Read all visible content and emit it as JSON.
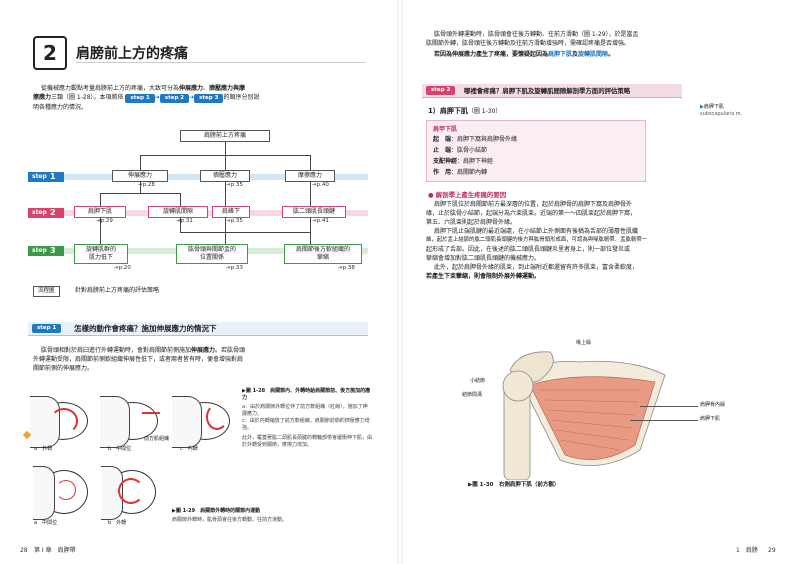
{
  "left": {
    "chapter_number": "2",
    "chapter_title": "肩膀前上方的疼痛",
    "intro_p1": "從機械應力觀點考量肩膀前上方的疼痛，大致可分為",
    "intro_bold1": "伸展應力",
    "intro_sep1": "、",
    "intro_bold2": "擠壓應力與摩",
    "intro_line2_bold": "擦應力",
    "intro_line2": "三類（圖 1-28）。本項將依",
    "intro_line2_end": "的順序分別說",
    "intro_line3": "明各種應力的情況。",
    "step_inline": [
      "step 1",
      "step 2",
      "step 3"
    ],
    "flow": {
      "root": "肩膀前上方疼痛",
      "steps": [
        {
          "label": "step",
          "num": "1"
        },
        {
          "label": "step",
          "num": "2"
        },
        {
          "label": "step",
          "num": "3"
        }
      ],
      "level1": [
        {
          "name": "伸展應力",
          "ref": "p.28"
        },
        {
          "name": "擠壓應力",
          "ref": "p.35"
        },
        {
          "name": "摩擦應力",
          "ref": "p.40"
        }
      ],
      "level2": [
        {
          "name": "肩胛下肌",
          "ref": "p.29"
        },
        {
          "name": "旋轉肌間隙",
          "ref": "p.31"
        },
        {
          "name": "肩峰下",
          "ref": "p.35"
        },
        {
          "name": "肱二頭肌長頭腱",
          "ref": "p.41"
        }
      ],
      "level3": [
        {
          "name1": "旋轉肌群的",
          "name2": "肌力低下",
          "ref": "p.20"
        },
        {
          "name1": "肱骨頭與關節盂的",
          "name2": "位置關係",
          "ref": "p.33"
        },
        {
          "name1": "肩關節後方軟組織的",
          "name2": "攣縮",
          "ref": "p.38"
        }
      ],
      "caption_tag": "流程圖",
      "caption": "針對肩膀前上方疼痛的評估策略"
    },
    "section_step": "step 1",
    "section_title": "怎樣的動作會疼痛？施加伸展應力的情況下",
    "sec_p1a": "肱骨頭相對於肩臼進行外轉運動時，會對肩關節前側施加",
    "sec_p1b": "伸展應力",
    "sec_p1c": "。若肱骨頭",
    "sec_p2": "外轉運動受限，肩關節前側軟組織伸展性低下，或者兩者皆有時，便會增強對肩",
    "sec_p3": "關節前側的伸展應力。",
    "fig28_title": "▶圖 1-28　肩關節內、外轉時給肩關節前、後方施加的應力",
    "fig28_a": "a：由於肩關節外轉位伴了前方軟組織（紅線），施加了伸展應力。",
    "fig28_c": "c：由於內轉縮放了前方軟組織，肩關節前側的擠壓應力增強。",
    "fig28_note": "此外，覆蓋著肱二頭肌長頭腱的轉輪部帶會緩衝伸下肌，由於外轉受到關節，摩擦力增加。",
    "fig28_labels": {
      "a": "a　外轉",
      "b": "b　中間位",
      "c": "c　內轉",
      "front": "前方肌組織"
    },
    "fig29_labels": {
      "a": "a　中間位",
      "b": "b　外轉"
    },
    "fig29_title": "▶圖 1-29　肩關節外轉時的關節內運動",
    "fig29_text": "肩關節外轉時，肱骨頭會往後方轉動、往前方滑動。",
    "footer_page": "28",
    "footer_chapter": "第 I 章　肩胛帶"
  },
  "right": {
    "p1": "肱骨頭外轉運動時，肱骨頭會往後方轉動、往前方滑動（圖 1-29），於是當盂",
    "p2": "肱關節外轉，肱骨頭往後方轉動及往前方滑動增強時，需確認疼痛是否增強。",
    "p3a": "若因為伸展應力產生了疼痛，要懷疑起因為",
    "p3b": "肩胛下肌",
    "p3c": "及",
    "p3d": "旋轉肌間隙",
    "p3e": "。",
    "step2_tag": "step 2",
    "step2_title": "哪裡會疼痛？肩胛下肌及旋轉肌間隙解剖學方面的評估策略",
    "side_label": "肩胛下肌",
    "side_label_en": "subscapularis m.",
    "sub_head": "1）肩胛下肌",
    "sub_head_ref": "（圖 1-30）",
    "table_title": "肩甲下肌",
    "table_rows": [
      {
        "k": "起　端",
        "v": "：肩胛下窩與肩胛骨外緣"
      },
      {
        "k": "止　端",
        "v": "：肱骨小結節"
      },
      {
        "k": "支配神經",
        "v": "：肩胛下神經"
      },
      {
        "k": "作　用",
        "v": "：肩關節內轉"
      }
    ],
    "bullet_head": "● 解剖學上產生疼痛的要因",
    "body": [
      "肩胛下肌位於肩關節前方最深層的位置，起於肩胛骨的肩胛下窩及肩胛骨外",
      "緣，止於肱骨小結節，起端分為六束肌束。近端的第一～四肌束起於肩胛下窩，",
      "第五、六肌束則起於肩胛骨外緣。",
      "肩胛下肌止端肌腱的最近端處，在小結節上外側面有後稱為舌部的薄層性肌纖",
      "維，起於盂上結節的肱二頭肌長頭腱的後方與肱骨頭形成面，可認為與喙肱韌帶、盂肱韌帶一",
      "起形成了舌部。因此，在後述的肱二頭肌長頭腱炎里者身上，則一部位發炎或",
      "攣縮會增加對肱二頭肌長頭腱的機械應力。",
      "此外，起於肩胛骨外緣的肌束，到止端附近都還留有許多肌束，富含柔軟度，",
      "若產生下束攣縮，則會限制外展外轉運動。"
    ],
    "anatomy_labels": {
      "top": "喙上緣",
      "left1": "小結節",
      "left2": "結節間溝",
      "right1": "肩胛骨內緣",
      "right2": "肩胛下肌"
    },
    "fig30_title": "▶圖 1-30　右側肩胛下肌（前方觀）",
    "footer_chapter": "1　肩膀",
    "footer_page": "29"
  },
  "colors": {
    "accent": "#1e78c2",
    "pink": "#f4dce4",
    "muscle": "#e89a85",
    "green": "#3a9a4a",
    "red": "#d33"
  }
}
